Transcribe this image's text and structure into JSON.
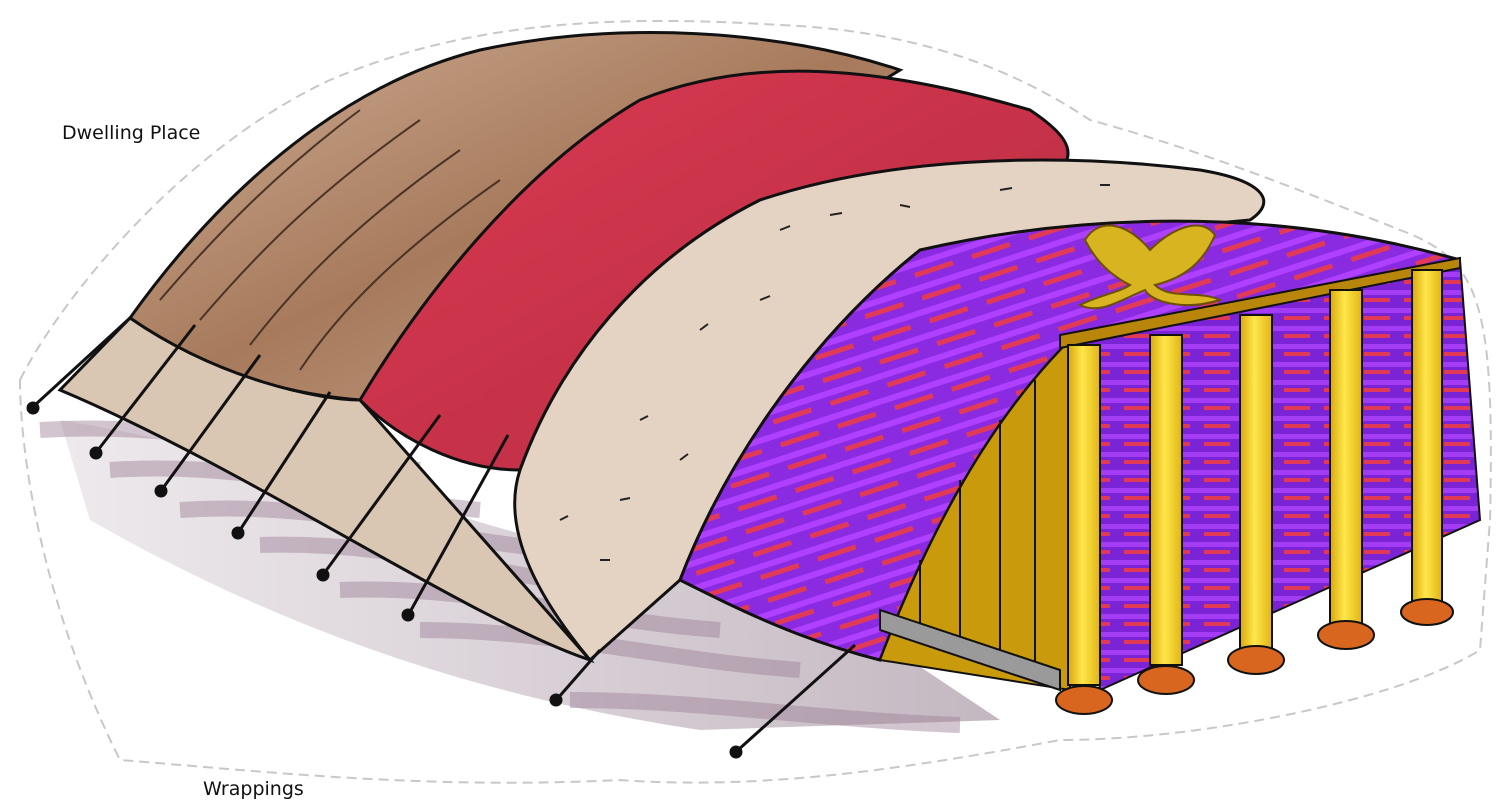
{
  "labels": {
    "dwelling_place": "Dwelling Place",
    "wrappings": "Wrappings"
  },
  "colors": {
    "outer_skin_brown": "#b48a6d",
    "ram_skin_red": "#c8354a",
    "goat_hair_beige": "#e4d3c3",
    "inner_curtain_purple": "#8a2be2",
    "curtain_stripe_red": "#e03a57",
    "pillar_gold": "#f5d21a",
    "pillar_base_orange": "#d9661f",
    "cherub_gold": "#d8b420",
    "outline": "#111111",
    "cutout_dash": "#c8c8c8"
  },
  "illustration": {
    "subject": "tabernacle-tent-layers",
    "icons": [
      "cherub-emblem-icon",
      "tent-peg-icon",
      "gold-pillar-icon"
    ]
  }
}
